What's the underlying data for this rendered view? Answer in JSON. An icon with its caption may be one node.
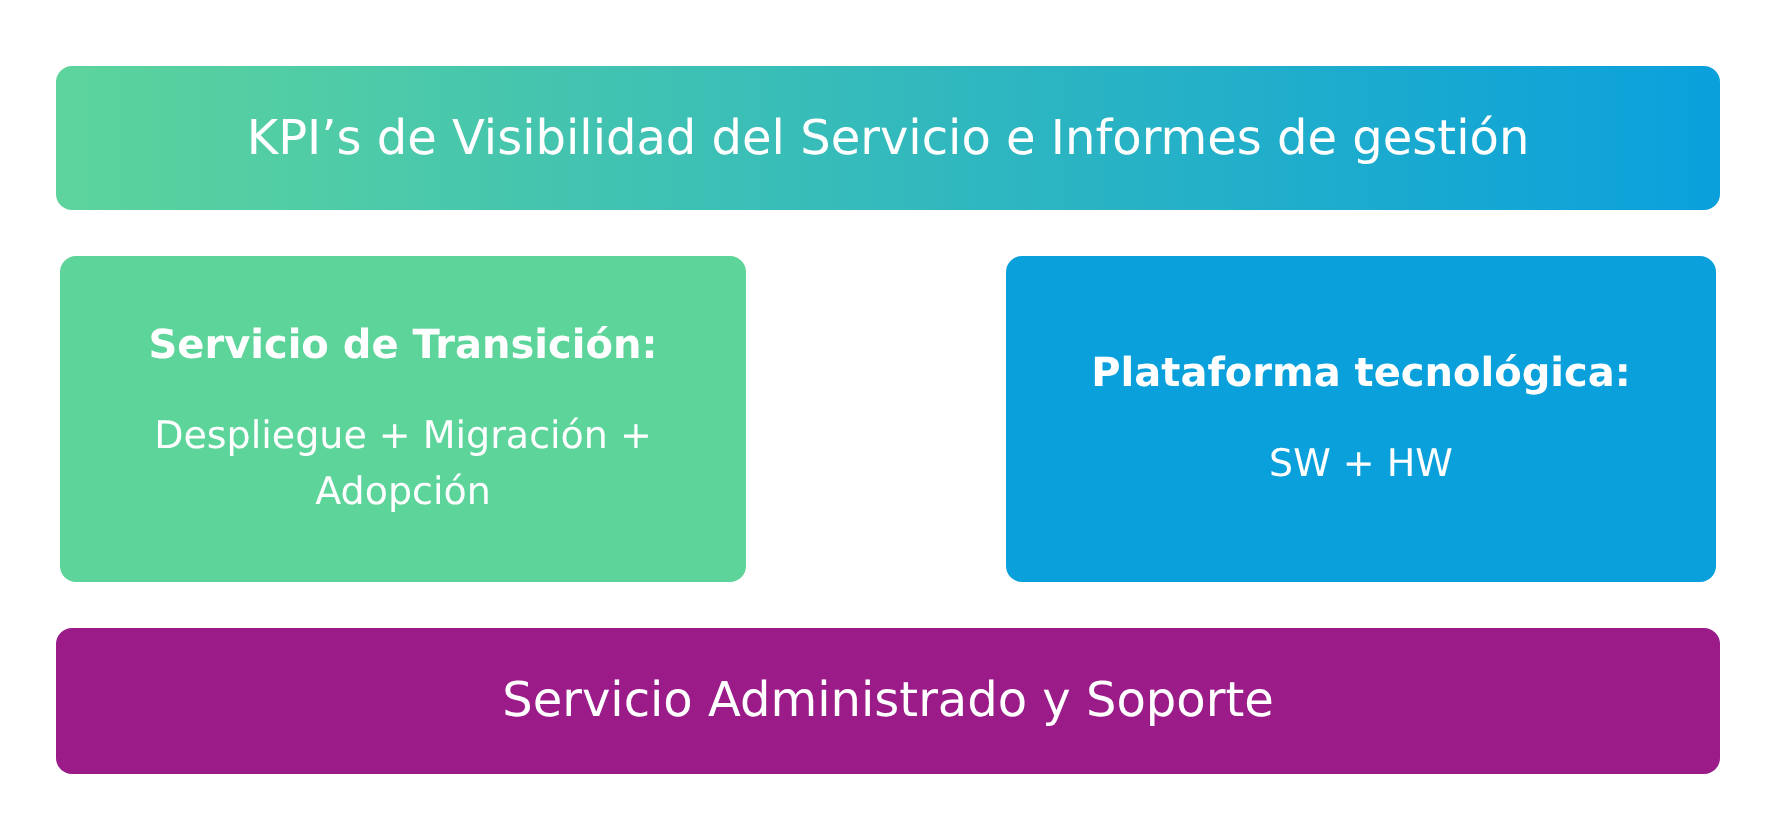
{
  "diagram": {
    "nodes": [
      {
        "text": [
          "KPI’s de Visibilidad del Servicio e Informes de gestión"
        ]
      },
      {
        "text": [
          "Servicio de Transición:",
          "Despliegue + Migración + Adopción"
        ]
      },
      {
        "text": [
          "Plataforma tecnológica:",
          "SW + HW"
        ]
      },
      {
        "text": [
          "Servicio Administrado y Soporte"
        ]
      }
    ]
  }
}
